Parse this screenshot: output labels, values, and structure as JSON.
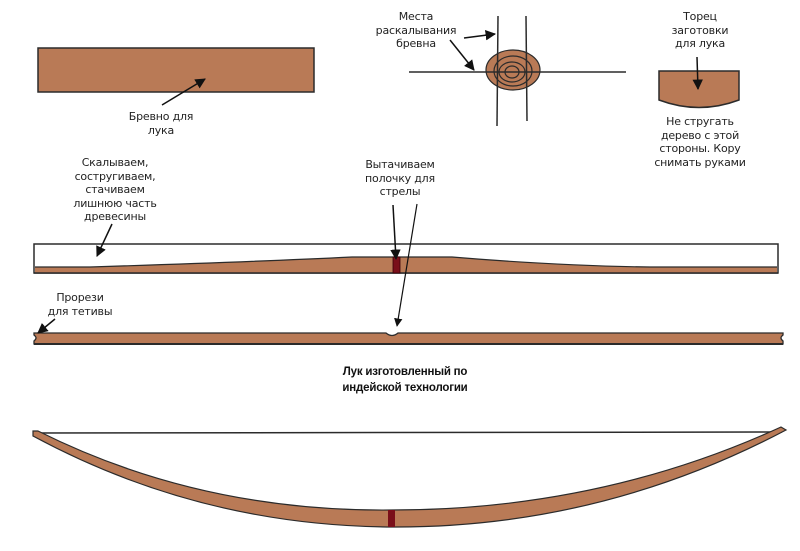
{
  "colors": {
    "wood": "#b97a56",
    "outline": "#2b2b2b",
    "arrow_rest": "#7a0f1a",
    "background": "#ffffff"
  },
  "labels": {
    "log": "Бревно для\nлука",
    "split_places": "Места\nраскалывания\nбревна",
    "blank_end": "Торец\nзаготовки\nдля лука",
    "dont_plane": "Не стругать\nдерево с этой\nстороны. Кору\nснимать руками",
    "remove_wood": "Скалываем,\nсостругиваем,\nстачиваем\nлишнюю часть\nдревесины",
    "arrow_shelf": "Вытачиваем\nполочку для\nстрелы",
    "string_notches": "Прорези\nдля тетивы",
    "title": "Лук изготовленный по\nиндейской технологии"
  }
}
